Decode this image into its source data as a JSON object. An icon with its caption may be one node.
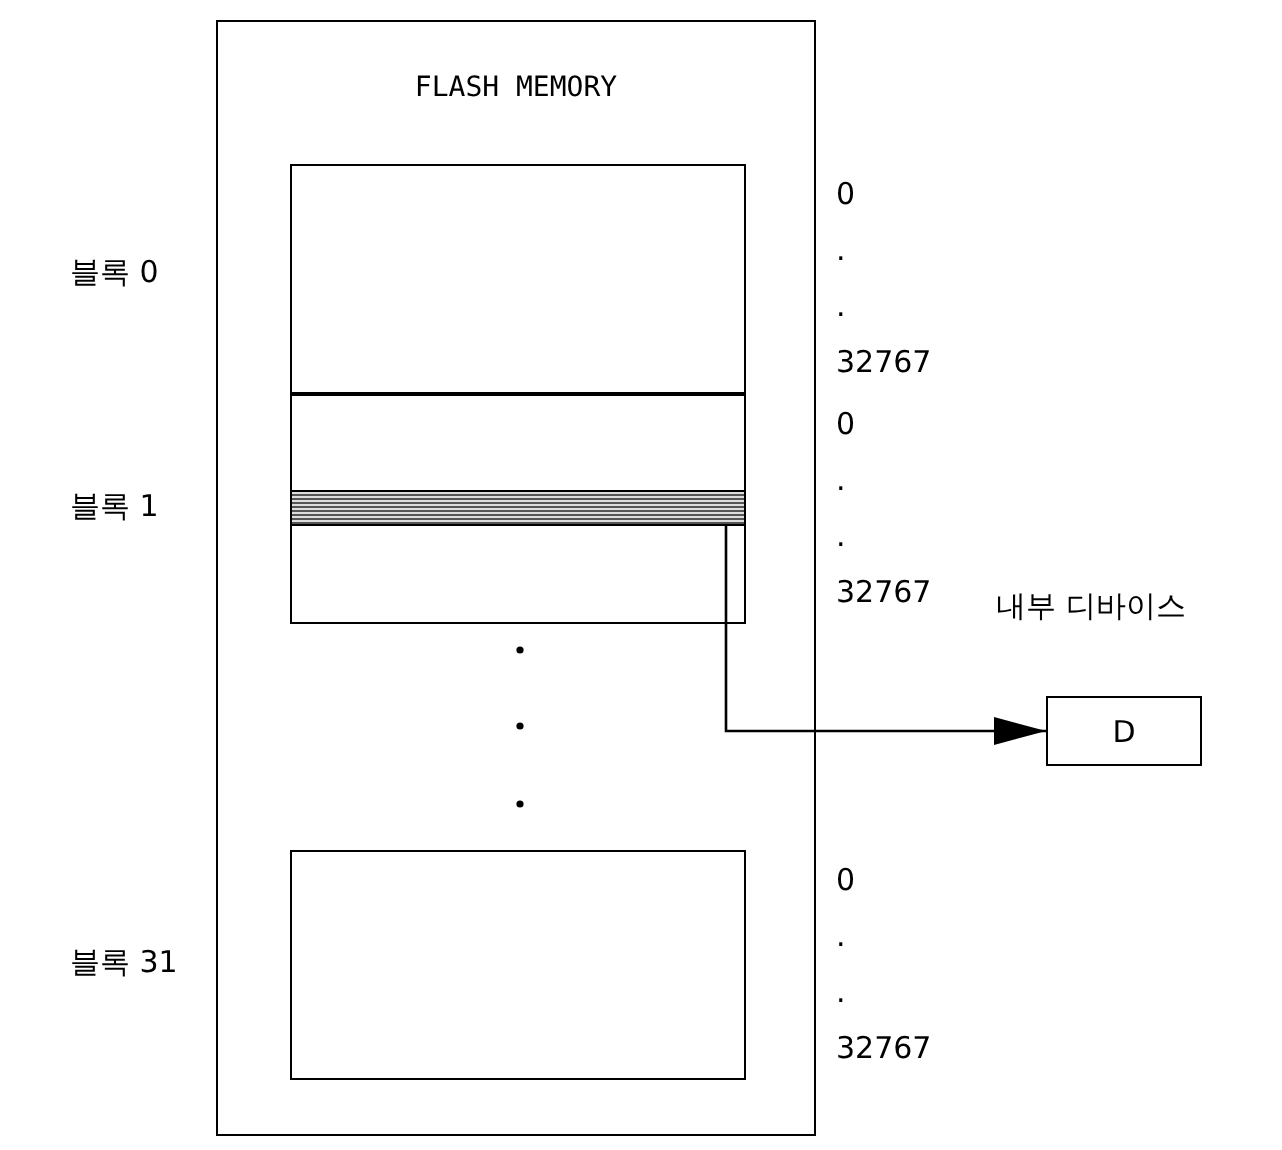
{
  "diagram": {
    "nodes": [
      {
        "text": [
          "FLASH MEMORY"
        ]
      },
      {
        "text": [],
        "shape": "box",
        "in": 0,
        "beside": [
          "0",
          ".",
          ".",
          "32767"
        ]
      },
      {
        "text": [],
        "shape": "box",
        "in": 0,
        "beside": [
          "0",
          ".",
          ".",
          "32767"
        ]
      },
      {
        "text": [],
        "shape": "bar",
        "in": 2
      },
      {
        "text": [],
        "shape": "box",
        "in": 0,
        "beside": [
          "0",
          ".",
          ".",
          "32767"
        ]
      },
      {
        "text": [
          "D"
        ],
        "beside": [
          "내부 디바이스"
        ]
      }
    ],
    "edges": [
      {
        "from": 3,
        "to": 5,
        "arrow": "to"
      }
    ],
    "labels": [
      "블록 0",
      "블록 1",
      "블록 31"
    ]
  }
}
